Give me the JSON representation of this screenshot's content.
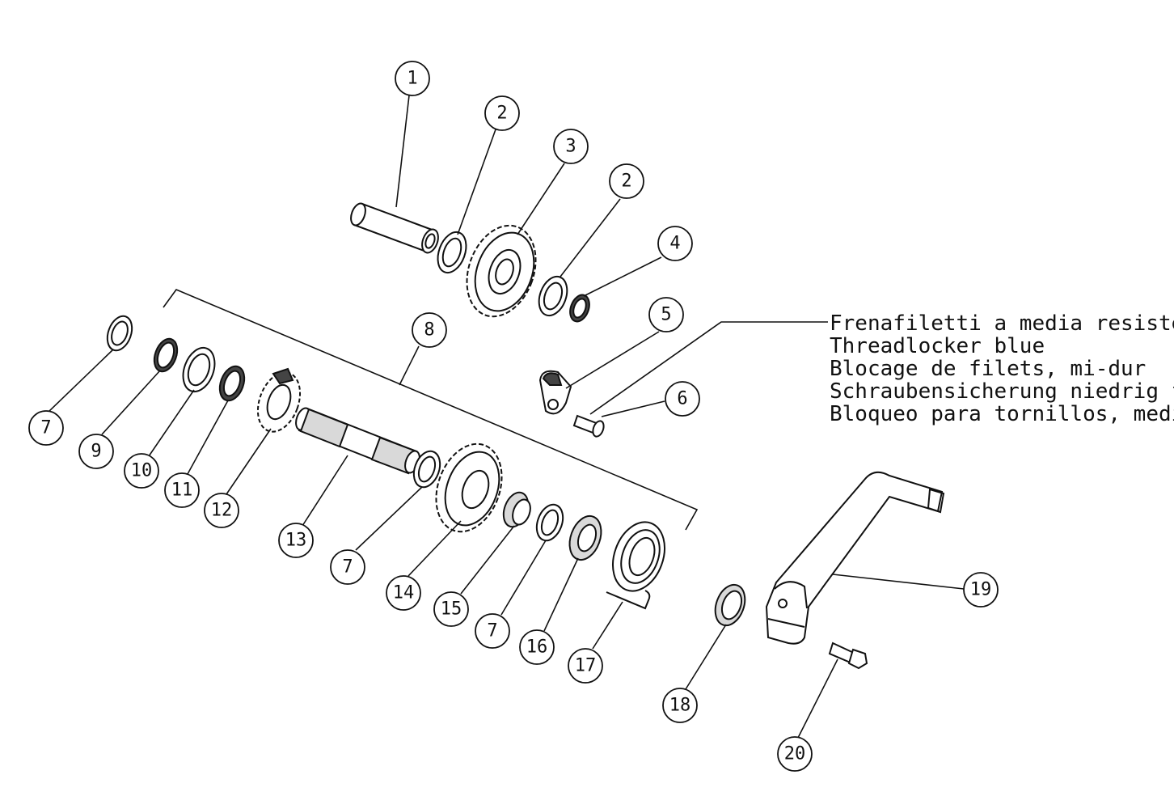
{
  "diagram": {
    "callouts": [
      "1",
      "2",
      "3",
      "2",
      "4",
      "5",
      "6",
      "7",
      "8",
      "9",
      "10",
      "11",
      "12",
      "13",
      "7",
      "14",
      "15",
      "7",
      "16",
      "17",
      "18",
      "19",
      "20"
    ],
    "note_lines": [
      "Frenafiletti a media resistenza",
      "Threadlocker blue",
      "Blocage de filets, mi-dur",
      "Schraubensicherung niedrig fest",
      "Bloqueo para tornillos, mediano"
    ]
  }
}
